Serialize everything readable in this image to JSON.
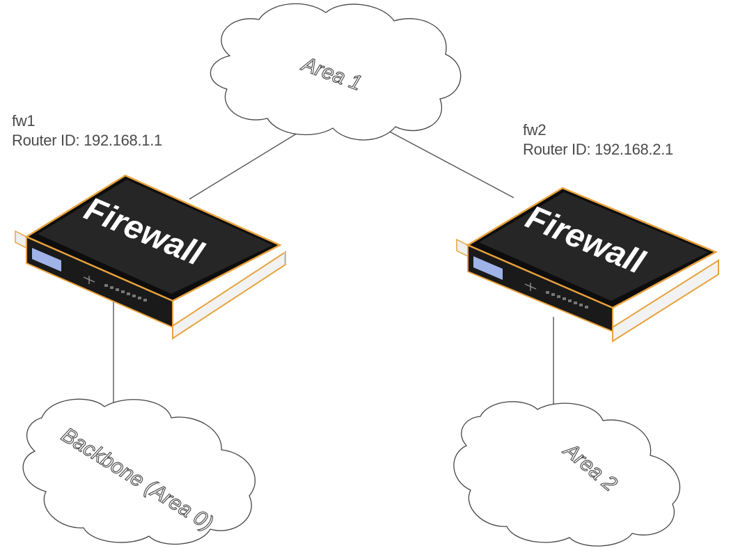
{
  "clouds": {
    "area1": "Area 1",
    "backbone": "Backbone (Area 0)",
    "area2": "Area 2"
  },
  "fw1": {
    "name": "fw1",
    "router_id": "Router ID: 192.168.1.1",
    "brand": "Firewall"
  },
  "fw2": {
    "name": "fw2",
    "router_id": "Router ID: 192.168.2.1",
    "brand": "Firewall"
  },
  "colors": {
    "device_body": "#111111",
    "device_trim": "#e8a23c",
    "device_side": "#f2f2f2",
    "led_panel": "#9fb3e8"
  }
}
